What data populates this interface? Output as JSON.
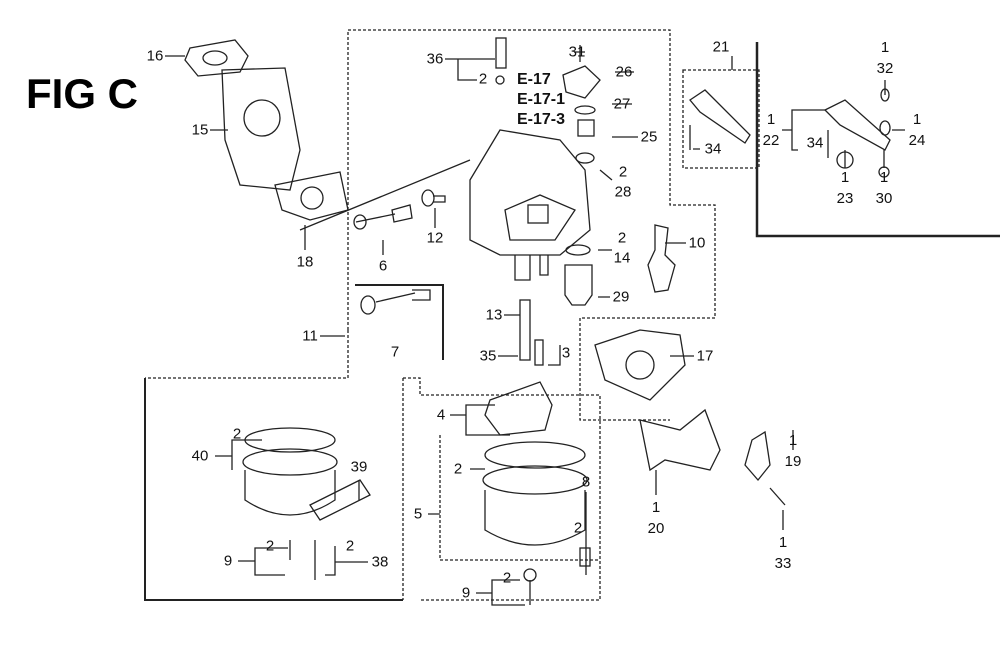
{
  "figure_title": "FIG C",
  "reference_codes": [
    "E-17",
    "E-17-1",
    "E-17-3"
  ],
  "callouts": [
    {
      "part": "16"
    },
    {
      "part": "15"
    },
    {
      "part": "18"
    },
    {
      "part": "6"
    },
    {
      "part": "12"
    },
    {
      "part": "7"
    },
    {
      "part": "11"
    },
    {
      "part": "36"
    },
    {
      "part": "2"
    },
    {
      "part": "31"
    },
    {
      "part": "26"
    },
    {
      "part": "27"
    },
    {
      "part": "25"
    },
    {
      "part": "2"
    },
    {
      "part": "28"
    },
    {
      "part": "2"
    },
    {
      "part": "14"
    },
    {
      "part": "10"
    },
    {
      "part": "29"
    },
    {
      "part": "13"
    },
    {
      "part": "35"
    },
    {
      "part": "3"
    },
    {
      "part": "21"
    },
    {
      "part": "34"
    },
    {
      "part": "34"
    },
    {
      "part": "17"
    },
    {
      "part": "4"
    },
    {
      "part": "40"
    },
    {
      "part": "2"
    },
    {
      "part": "39"
    },
    {
      "part": "9"
    },
    {
      "part": "2"
    },
    {
      "part": "2"
    },
    {
      "part": "38"
    },
    {
      "part": "2"
    },
    {
      "part": "5"
    },
    {
      "part": "8"
    },
    {
      "part": "2"
    },
    {
      "part": "9"
    },
    {
      "part": "2"
    }
  ],
  "stacked_callouts": [
    {
      "qty": "1",
      "part": "22"
    },
    {
      "qty": "1",
      "part": "32"
    },
    {
      "qty": "1",
      "part": "24"
    },
    {
      "qty": "1",
      "part": "23"
    },
    {
      "qty": "1",
      "part": "30"
    },
    {
      "qty": "1",
      "part": "19"
    },
    {
      "qty": "1",
      "part": "20"
    },
    {
      "qty": "1",
      "part": "33"
    }
  ]
}
